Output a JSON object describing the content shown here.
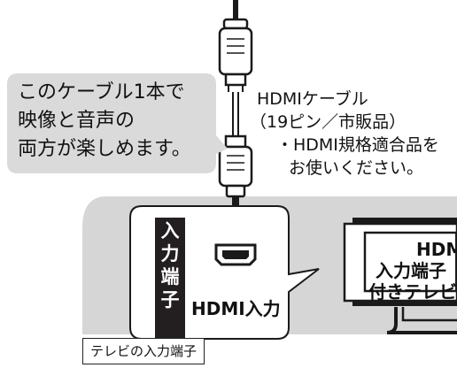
{
  "bubble": {
    "lines": [
      "このケーブル1本で",
      "映像と音声の",
      "両方が楽しめます。"
    ]
  },
  "cable_label": {
    "line1": "HDMIケーブル",
    "line2": "（19ピン／市販品）",
    "line3": "・HDMI規格適合品を",
    "line4": "お使いください。"
  },
  "panel": {
    "side_label_chars": [
      "入",
      "力",
      "端",
      "子"
    ],
    "port_label": "HDMI入力"
  },
  "tv": {
    "lines": [
      "HDMI",
      "入力端子",
      "付きテレビ"
    ]
  },
  "caption": "テレビの入力端子",
  "colors": {
    "panel_bg": "#d6d6d6",
    "bubble_bg": "#dadada",
    "dark": "#231f20",
    "white": "#ffffff"
  }
}
